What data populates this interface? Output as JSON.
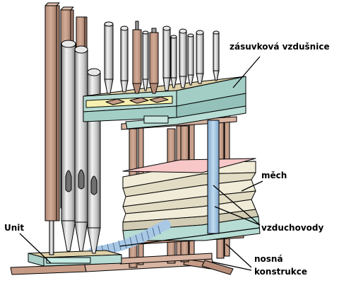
{
  "labels": {
    "windchest": "zásuvková vzdušnice",
    "bellows": "měch",
    "unit": "Unit",
    "windducts": "vzduchovody",
    "support_line1": "nosná",
    "support_line2": "konstrukce"
  },
  "colors": {
    "wood_dark": "#c59b86",
    "wood_light": "#e8d8c0",
    "chest_face": "#b6dcd4",
    "chest_top": "#ded0a8",
    "chest_drawer": "#f6f0b0",
    "metal_pipe": "#d8d8d8",
    "metal_pipe_dark": "#a0a0a0",
    "duct_blue": "#9dc0e0",
    "bellows_cream": "#f0ecd8",
    "bellows_pink": "#f8c8c8"
  }
}
